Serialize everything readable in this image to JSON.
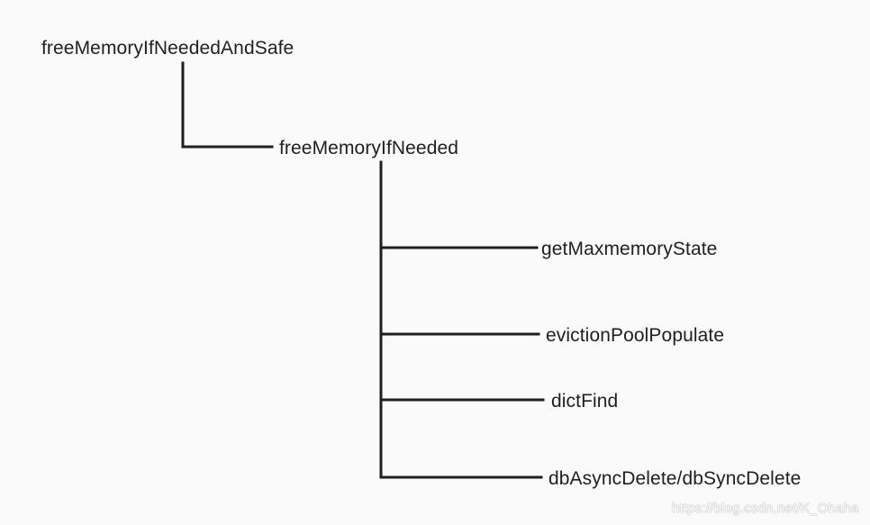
{
  "diagram": {
    "nodes": {
      "root": "freeMemoryIfNeededAndSafe",
      "free_memory": "freeMemoryIfNeeded",
      "get_max": "getMaxmemoryState",
      "eviction": "evictionPoolPopulate",
      "dict_find": "dictFind",
      "db_delete": "dbAsyncDelete/dbSyncDelete"
    },
    "edges": [
      [
        "root",
        "free_memory"
      ],
      [
        "free_memory",
        "get_max"
      ],
      [
        "free_memory",
        "eviction"
      ],
      [
        "free_memory",
        "dict_find"
      ],
      [
        "free_memory",
        "db_delete"
      ]
    ],
    "line_color": "#1f1f1f"
  },
  "watermark": "https://blog.csdn.net/K_Ohaha"
}
